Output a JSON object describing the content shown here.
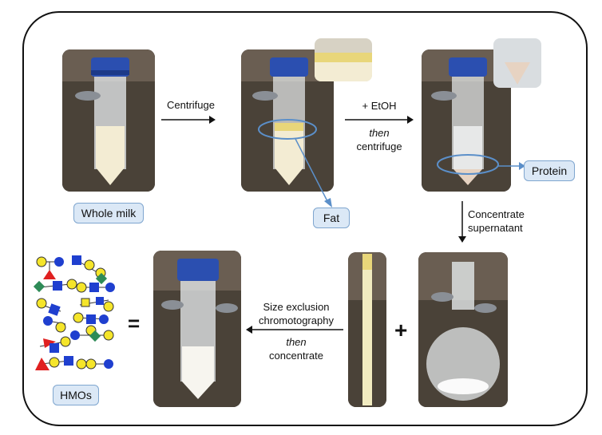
{
  "labels": {
    "whole_milk": "Whole milk",
    "fat": "Fat",
    "protein": "Protein",
    "hmos": "HMOs"
  },
  "steps": {
    "centrifuge": "Centrifuge",
    "etoh_line1": "+ EtOH",
    "etoh_line2": "then",
    "etoh_line3": "centrifuge",
    "concentrate_line1": "Concentrate",
    "concentrate_line2": "supernatant",
    "sec_line1": "Size exclusion",
    "sec_line2": "chromotography",
    "sec_line3": "then",
    "sec_line4": "concentrate"
  },
  "symbols": {
    "equals": "=",
    "plus": "+"
  },
  "colors": {
    "label_fill": "#dbe8f6",
    "label_border": "#7fa6cf",
    "callout": "#5b8fc9",
    "cap_blue": "#2b4fb0",
    "milk": "#f3ecd3",
    "fat_layer": "#e8d67a",
    "glycan_yellow": "#f5e52a",
    "glycan_blue": "#1f3fcf",
    "glycan_green": "#2e8b57",
    "glycan_red": "#e02020"
  }
}
